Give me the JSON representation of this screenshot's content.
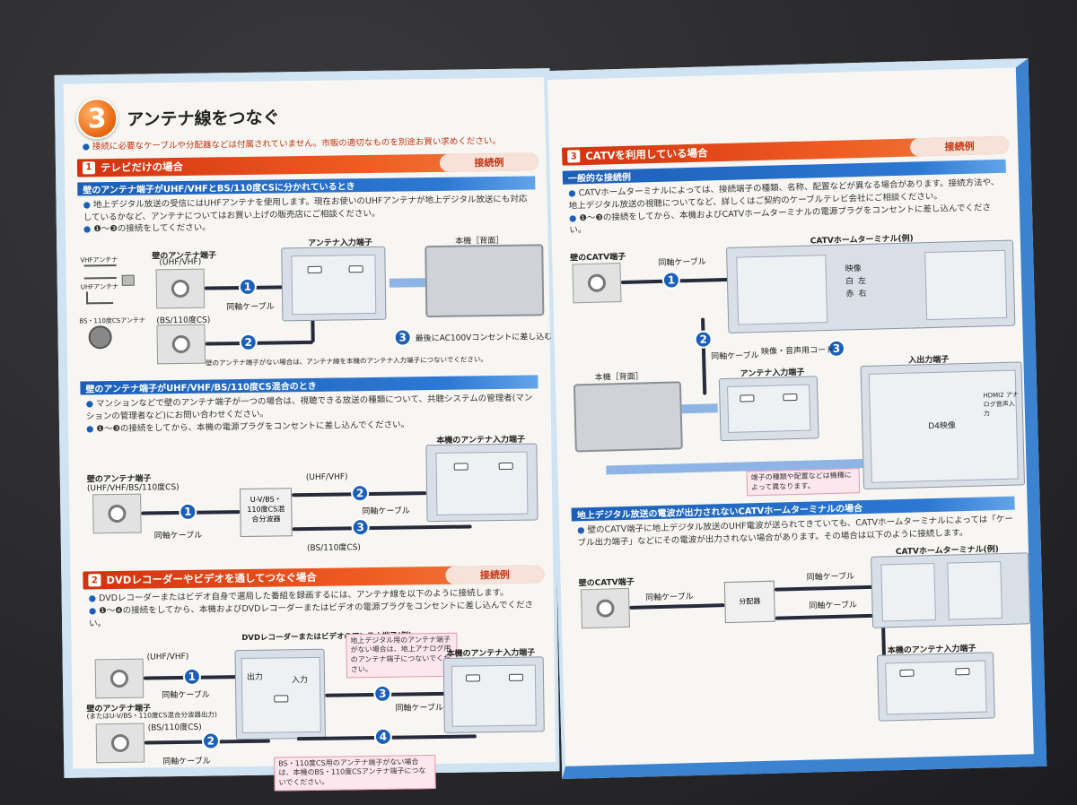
{
  "left": {
    "section_num": "3",
    "section_title": "アンテナ線をつなぐ",
    "section_note": "接続に必要なケーブルや分配器などは付属されていません。市販の適切なものを別途お買い求めください。",
    "sub1": {
      "num": "1",
      "title": "テレビだけの場合",
      "badge": "接続例",
      "case_a": {
        "title": "壁のアンテナ端子がUHF/VHFとBS/110度CSに分かれているとき",
        "notes": [
          "地上デジタル放送の受信にはUHFアンテナを使用します。現在お使いのUHFアンテナが地上デジタル放送にも対応しているかなど、アンテナについてはお買い上げの販売店にご相談ください。",
          "❶〜❸の接続をしてください。"
        ],
        "labels": {
          "vhf_antenna": "VHFアンテナ",
          "uhf_antenna": "UHFアンテナ",
          "bs_antenna": "BS・110度CSアンテナ",
          "wall_terminal": "壁のアンテナ端子",
          "uhf_vhf": "(UHF/VHF)",
          "bs_cs": "(BS/110度CS)",
          "coax": "同軸ケーブル",
          "antenna_input": "アンテナ入力端子",
          "main_rear": "本機［背面］",
          "step3": "最後にAC100Vコンセントに差し込む",
          "footnote": "壁のアンテナ端子がない場合は、アンテナ線を本機のアンテナ入力端子につないでください。"
        }
      },
      "case_b": {
        "title": "壁のアンテナ端子がUHF/VHF/BS/110度CS混合のとき",
        "notes": [
          "マンションなどで壁のアンテナ端子が一つの場合は、視聴できる放送の種類について、共聴システムの管理者(マンションの管理者など)にお問い合わせください。",
          "❶〜❸の接続をしてから、本機の電源プラグをコンセントに差し込んでください。"
        ],
        "labels": {
          "wall_terminal": "壁のアンテナ端子",
          "wall_sub": "(UHF/VHF/BS/110度CS)",
          "coax": "同軸ケーブル",
          "splitter": "U-V/BS・110度CS混合分波器",
          "uhf_vhf": "(UHF/VHF)",
          "bs_cs": "(BS/110度CS)",
          "coax2": "同軸ケーブル",
          "main_input": "本機のアンテナ入力端子"
        }
      }
    },
    "sub2": {
      "num": "2",
      "title": "DVDレコーダーやビデオを通してつなぐ場合",
      "badge": "接続例",
      "notes": [
        "DVDレコーダーまたはビデオ自身で選局した番組を録画するには、アンテナ線を以下のように接続します。",
        "❶〜❹の接続をしてから、本機およびDVDレコーダーまたはビデオの電源プラグをコンセントに差し込んでください。"
      ],
      "labels": {
        "uhf_vhf": "(UHF/VHF)",
        "coax": "同軸ケーブル",
        "wall_terminal": "壁のアンテナ端子",
        "wall_sub": "(またはU-V/BS・110度CS混合分波器出力)",
        "bs_cs": "(BS/110度CS)",
        "coax2": "同軸ケーブル",
        "dvd_title": "DVDレコーダーまたはビデオのアンテナ端子(例)",
        "dvd_note": "地上デジタル用のアンテナ端子がない場合は、地上アナログ用のアンテナ端子につないでください。",
        "main_input": "本機のアンテナ入力端子",
        "coax3": "同軸ケーブル",
        "out": "出力",
        "in": "入力",
        "bs_footnote": "BS・110度CS用のアンテナ端子がない場合は、本機のBS・110度CSアンテナ端子につないでください。"
      }
    }
  },
  "right": {
    "sub3": {
      "num": "3",
      "title": "CATVを利用している場合",
      "badge": "接続例",
      "case_a": {
        "title": "一般的な接続例",
        "notes": [
          "CATVホームターミナルによっては、接続端子の種類、名称、配置などが異なる場合があります。接続方法や、地上デジタル放送の視聴についてなど、詳しくはご契約のケーブルテレビ会社にご相談ください。",
          "❶〜❸の接続をしてから、本機およびCATVホームターミナルの電源プラグをコンセントに差し込んでください。"
        ],
        "labels": {
          "wall_catv": "壁のCATV端子",
          "coax": "同軸ケーブル",
          "catv_home": "CATVホームターミナル(例)",
          "coax2": "同軸ケーブル",
          "av_cord": "映像・音声用コード",
          "main_rear": "本機［背面］",
          "antenna_input": "アンテナ入力端子",
          "io": "入出力端子",
          "d4": "D4映像",
          "hdmi": "HDMI2 アナログ音声入力",
          "note": "端子の種類や配置などは機種によって異なります。",
          "jack_labels": [
            "映像",
            "白",
            "左",
            "赤",
            "右"
          ]
        }
      },
      "case_b": {
        "title": "地上デジタル放送の電波が出力されないCATVホームターミナルの場合",
        "notes": [
          "壁のCATV端子に地上デジタル放送のUHF電波が送られてきていても、CATVホームターミナルによっては「ケーブル出力端子」などにその電波が出力されない場合があります。その場合は以下のように接続します。"
        ],
        "labels": {
          "wall_catv": "壁のCATV端子",
          "coax": "同軸ケーブル",
          "splitter": "分配器",
          "coax2": "同軸ケーブル",
          "coax3": "同軸ケーブル",
          "catv_home": "CATVホームターミナル(例)",
          "main_input": "本機のアンテナ入力端子"
        }
      }
    }
  }
}
